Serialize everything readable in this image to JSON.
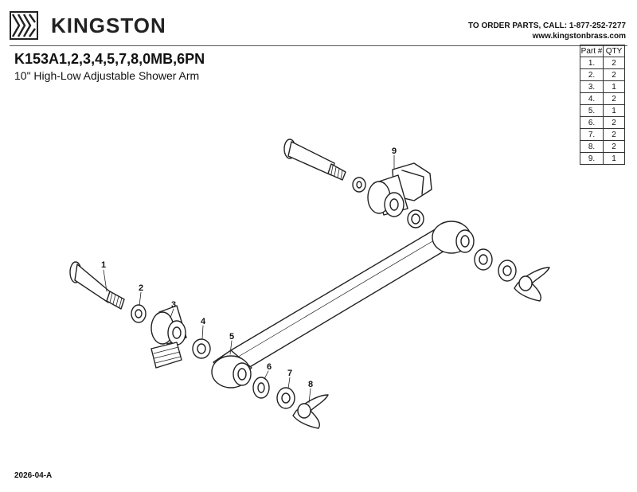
{
  "brand": {
    "name": "KINGSTON",
    "logo_icon": "kingston-logo-mark"
  },
  "order": {
    "phone_line": "TO ORDER PARTS, CALL: 1-877-252-7277",
    "website": "www.kingstonbrass.com"
  },
  "product": {
    "model": "K153A1,2,3,4,5,7,8,0MB,6PN",
    "description": "10\" High-Low Adjustable Shower Arm"
  },
  "parts_table": {
    "headers": [
      "Part #",
      "QTY"
    ],
    "rows": [
      [
        "1.",
        "2"
      ],
      [
        "2.",
        "2"
      ],
      [
        "3.",
        "1"
      ],
      [
        "4.",
        "2"
      ],
      [
        "5.",
        "1"
      ],
      [
        "6.",
        "2"
      ],
      [
        "7.",
        "2"
      ],
      [
        "8.",
        "2"
      ],
      [
        "9.",
        "1"
      ]
    ]
  },
  "callouts": [
    "1",
    "2",
    "3",
    "4",
    "5",
    "6",
    "7",
    "8",
    "9"
  ],
  "doc_code": "2026-04-A"
}
